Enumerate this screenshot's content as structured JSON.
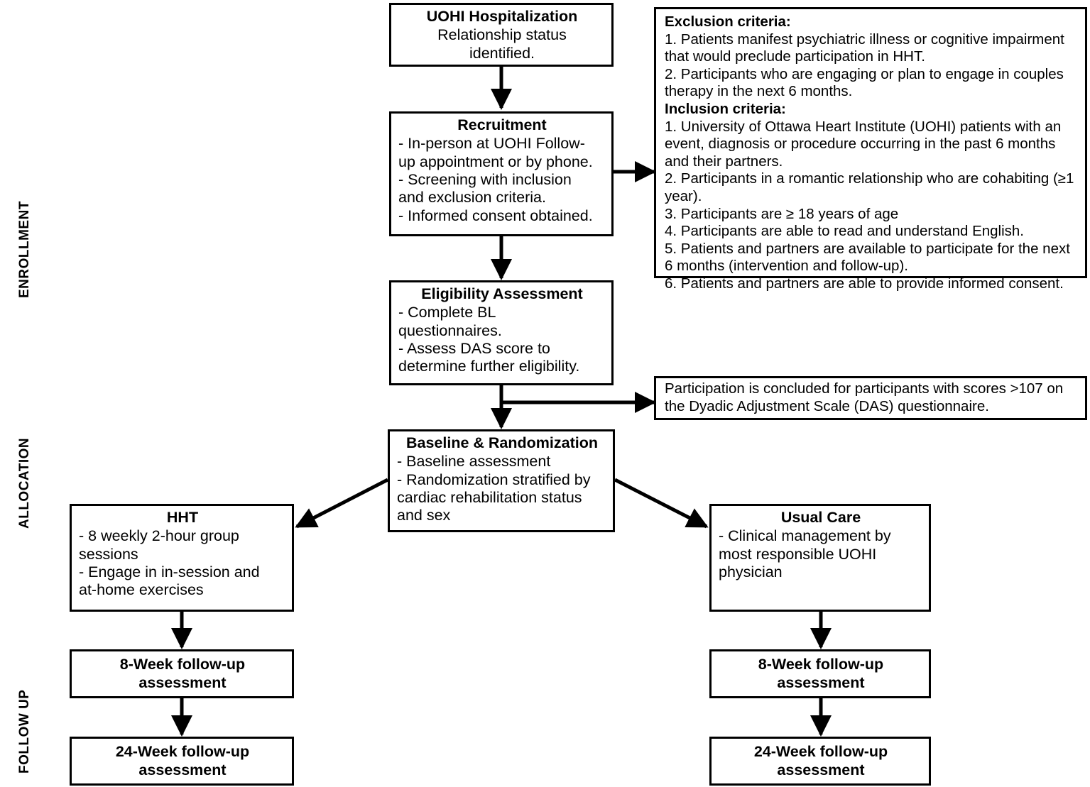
{
  "phases": [
    {
      "id": "enrollment",
      "label": "ENROLLMENT"
    },
    {
      "id": "allocation",
      "label": "ALLOCATION"
    },
    {
      "id": "followup",
      "label": "FOLLOW UP"
    }
  ],
  "nodes": {
    "hospitalization": {
      "title": "UOHI Hospitalization",
      "body": "Relationship status\nidentified."
    },
    "recruitment": {
      "title": "Recruitment",
      "body": "- In-person at UOHI Follow-\nup appointment or by phone.\n- Screening with inclusion\nand exclusion criteria.\n- Informed consent obtained."
    },
    "eligibility": {
      "title": "Eligibility Assessment",
      "body": "- Complete BL\nquestionnaires.\n- Assess DAS score to\ndetermine further eligibility."
    },
    "baseline": {
      "title": "Baseline & Randomization",
      "body": "- Baseline assessment\n- Randomization stratified by\ncardiac rehabilitation status\nand sex"
    },
    "hht": {
      "title": "HHT",
      "body": "- 8 weekly 2-hour group\nsessions\n- Engage in in-session and\nat-home exercises"
    },
    "usual_care": {
      "title": "Usual Care",
      "body": "- Clinical management by\nmost responsible UOHI\nphysician"
    },
    "hht_8week": {
      "title": "8-Week follow-up\nassessment"
    },
    "hht_24week": {
      "title": "24-Week follow-up\nassessment"
    },
    "uc_8week": {
      "title": "8-Week follow-up\nassessment"
    },
    "uc_24week": {
      "title": "24-Week follow-up\nassessment"
    }
  },
  "panels": {
    "criteria": {
      "exclusion_header": "Exclusion criteria:",
      "exclusion_items": [
        "1. Patients manifest psychiatric illness or cognitive impairment that would preclude participation in HHT.",
        "2. Participants who are engaging or plan to engage in couples therapy in the next 6 months."
      ],
      "inclusion_header": "Inclusion criteria:",
      "inclusion_items": [
        "1. University of Ottawa Heart Institute (UOHI) patients with an event, diagnosis or procedure occurring in the past 6 months and their partners.",
        "2. Participants in a romantic relationship who are cohabiting (≥1 year).",
        "3. Participants are ≥ 18 years of age",
        "4. Participants are able to read and understand English.",
        "5. Patients and partners are available to participate for the next 6 months (intervention and follow-up).",
        "6. Patients and partners are able to provide informed consent."
      ]
    },
    "das_exit": {
      "text": "Participation is concluded for participants with scores >107 on the Dyadic Adjustment Scale (DAS) questionnaire."
    }
  },
  "colors": {
    "stroke": "#000000",
    "background": "#ffffff",
    "text": "#000000"
  }
}
